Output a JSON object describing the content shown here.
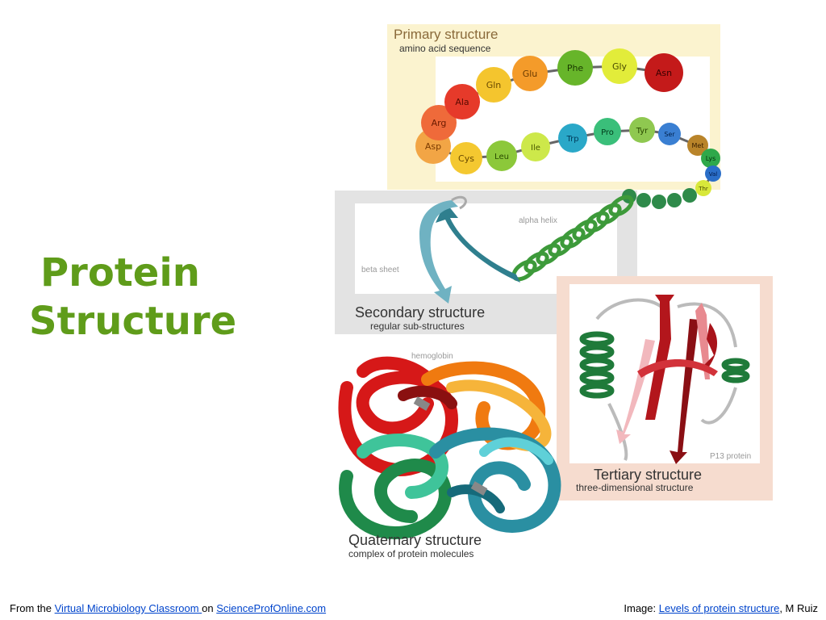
{
  "slide": {
    "title_line1": "Protein",
    "title_line2": "Structure"
  },
  "diagram": {
    "primary": {
      "title": "Primary structure",
      "subtitle": "amino acid sequence",
      "beads": [
        "Asp",
        "Arg",
        "Ala",
        "Gln",
        "Glu",
        "Phe",
        "Gly",
        "Asn",
        "Cys",
        "Leu",
        "Ile",
        "Trp",
        "Pro",
        "Tyr",
        "Ser",
        "Met",
        "Lys",
        "Val",
        "Thr"
      ]
    },
    "secondary": {
      "title": "Secondary structure",
      "subtitle": "regular sub-structures",
      "label_helix": "alpha helix",
      "label_sheet": "beta sheet"
    },
    "tertiary": {
      "title": "Tertiary structure",
      "subtitle": "three-dimensional structure",
      "label_protein": "P13 protein"
    },
    "quaternary": {
      "title": "Quaternary structure",
      "subtitle": "complex of protein molecules",
      "label_protein": "hemoglobin"
    }
  },
  "footer": {
    "left_prefix": "From the ",
    "left_link1": "Virtual Microbiology Classroom ",
    "left_mid": "on ",
    "left_link2": "ScienceProfOnline.com",
    "right_prefix": "Image: ",
    "right_link": "Levels of protein structure",
    "right_suffix": ", M Ruiz"
  },
  "colors": {
    "title_green": "#5f9c1a",
    "primary_bg": "#fbf3cf",
    "secondary_bg": "#e3e3e3",
    "tertiary_bg": "#f6dccf",
    "link_blue": "#0044cc"
  }
}
